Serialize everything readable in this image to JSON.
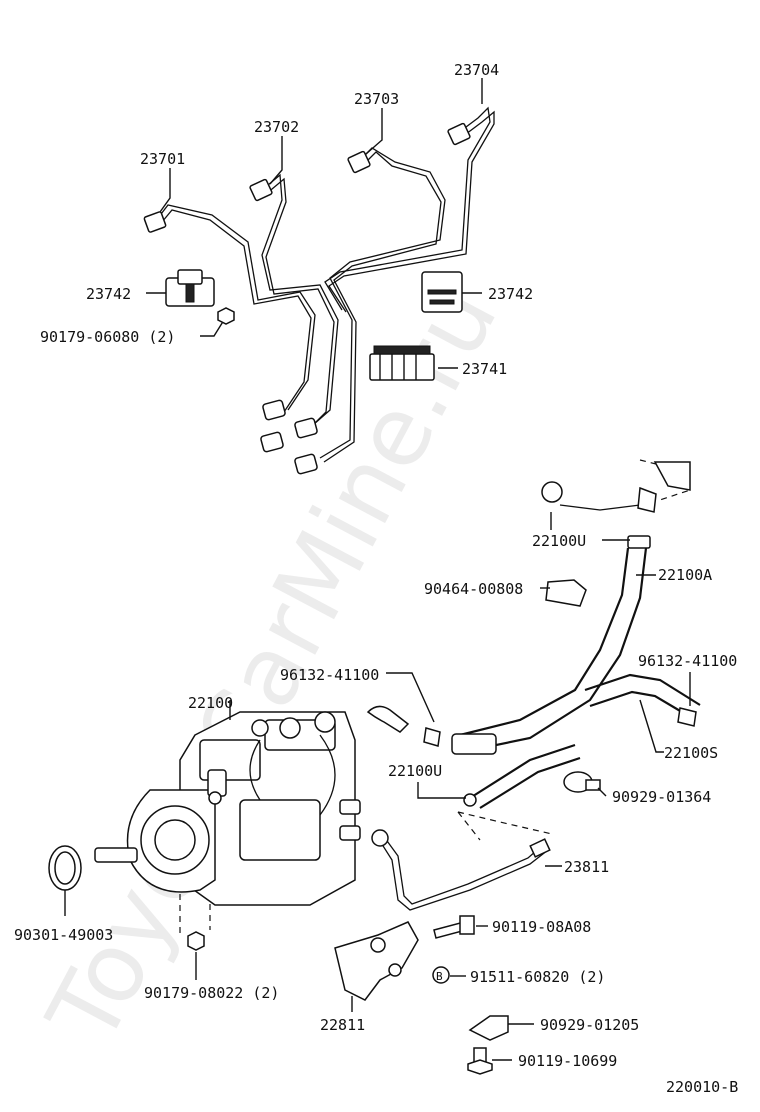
{
  "watermark": "ToyotaCarMine.ru",
  "figure_code": "220010-B",
  "labels": {
    "p23701": "23701",
    "p23702": "23702",
    "p23703": "23703",
    "p23704": "23704",
    "p23742_left": "23742",
    "p23742_right": "23742",
    "p90179_06080": "90179-06080 (2)",
    "p23741": "23741",
    "p22100U_top": "22100U",
    "p22100A": "22100A",
    "p90464": "90464-00808",
    "p96132_left": "96132-41100",
    "p96132_right": "96132-41100",
    "p22100": "22100",
    "p22100S": "22100S",
    "p22100U_mid": "22100U",
    "p90929_01364": "90929-01364",
    "p23811": "23811",
    "p90119_08A08": "90119-08A08",
    "p91511": "91511-60820 (2)",
    "p90301": "90301-49003",
    "p90179_08022": "90179-08022 (2)",
    "p22811": "22811",
    "p90929_01205": "90929-01205",
    "p90119_10699": "90119-10699"
  }
}
